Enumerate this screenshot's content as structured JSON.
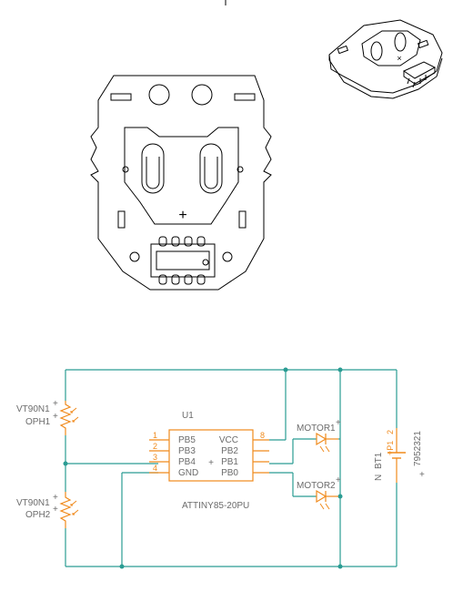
{
  "schematic": {
    "ic": {
      "ref": "U1",
      "value": "ATTINY85-20PU",
      "pins_left": [
        "PB5",
        "PB3",
        "PB4",
        "GND"
      ],
      "pins_left_numbers": [
        "1",
        "2",
        "3",
        "4"
      ],
      "pins_right": [
        "VCC",
        "PB2",
        "PB1",
        "PB0"
      ],
      "pin_vcc_number": "8",
      "dot_mark": "+"
    },
    "photoresistor_1": {
      "part": "VT90N1",
      "ref": "OPH1",
      "mark": "+"
    },
    "photoresistor_2": {
      "part": "VT90N1",
      "ref": "OPH2",
      "mark": "+"
    },
    "motor_1": {
      "ref": "MOTOR1",
      "mark": "+"
    },
    "motor_2": {
      "ref": "MOTOR2",
      "mark": "+"
    },
    "battery": {
      "ref": "BT1",
      "part": "7952321",
      "pin_label": "+P1",
      "pin_number": "2",
      "polarity_n": "N",
      "polarity_p": "+"
    }
  },
  "board": {
    "center_mark": "+"
  },
  "colors": {
    "wire": "#2a9c93",
    "component": "#f08a1c",
    "label": "#6b6b6b",
    "outline": "#000000"
  }
}
